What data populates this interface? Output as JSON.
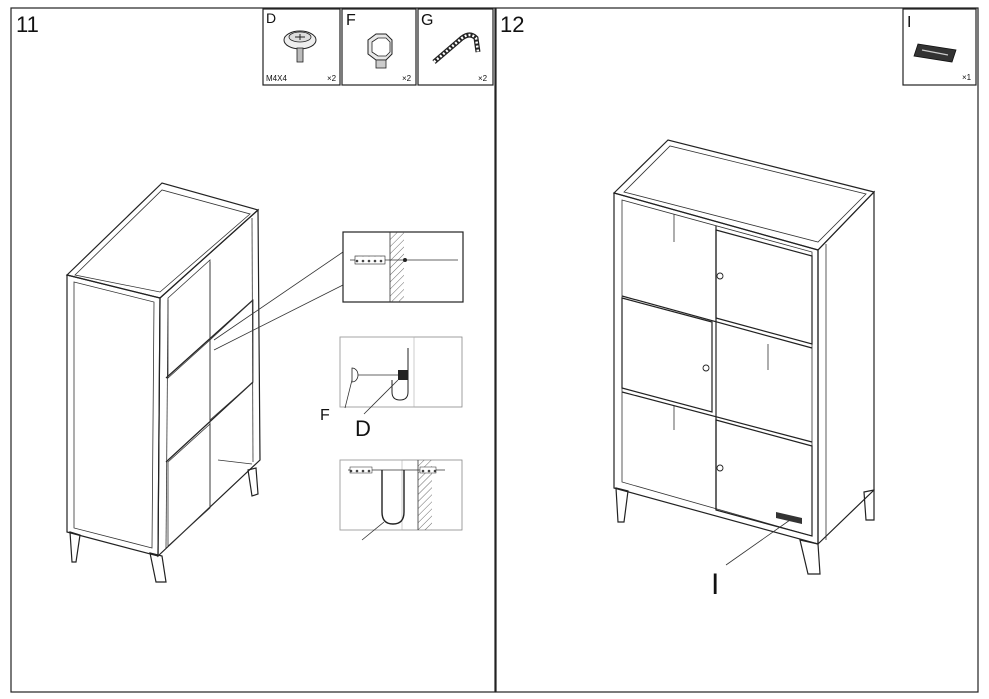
{
  "steps": [
    {
      "number": "11",
      "parts": [
        {
          "letter": "D",
          "size": "M4X4",
          "qty": "×2",
          "icon": "screw-icon"
        },
        {
          "letter": "F",
          "size": "",
          "qty": "×2",
          "icon": "bolt-cap-icon"
        },
        {
          "letter": "G",
          "size": "",
          "qty": "×2",
          "icon": "anti-tip-strap-icon"
        }
      ],
      "callouts": {
        "f": "F",
        "d": "D"
      }
    },
    {
      "number": "12",
      "parts": [
        {
          "letter": "I",
          "size": "",
          "qty": "×1",
          "icon": "brand-label-icon"
        }
      ],
      "callouts": {
        "i": "I"
      }
    }
  ],
  "colors": {
    "line": "#222222",
    "panel": "#ffffff",
    "mesh": "#555555"
  }
}
